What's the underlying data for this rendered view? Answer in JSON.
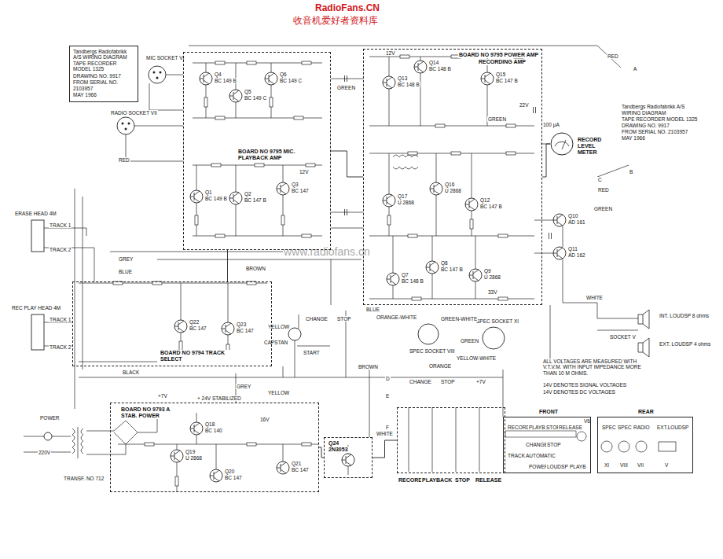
{
  "diagram": {
    "nodes": [
      {
        "text": [
          "Tandbergs Radiofabrikk A/S WIRING DIAGRAM TAPE RECORDER MODEL 1325",
          "DRAWING NO. 9917",
          "FROM SERIAL NO. 2103957",
          "MAY 1966"
        ]
      },
      {
        "text": [
          "BOARD NO 9795 MIC. PLAYBACK AMP"
        ]
      },
      {
        "text": [
          "BOARD NO 9795 POWER AMP",
          "RECORDING AMP"
        ]
      },
      {
        "text": [
          "BOARD NO 9794 TRACK SELECT"
        ]
      },
      {
        "text": [
          "BOARD NO 9793 A STAB. POWER"
        ]
      },
      {
        "text": [
          "RECORD",
          "PLAYBACK",
          "STOP",
          "RELEASE"
        ]
      },
      {
        "text": [
          "FRONT"
        ]
      },
      {
        "text": [
          "REAR"
        ]
      },
      {
        "text": [
          "Q24",
          "2N3053"
        ]
      },
      {
        "text": [
          "RECORD LEVEL METER"
        ]
      }
    ],
    "edges": [
      {
        "from": 1,
        "to": 2,
        "arrow": "none"
      },
      {
        "from": 3,
        "to": 1,
        "arrow": "none"
      },
      {
        "from": 2,
        "to": 9,
        "arrow": "none"
      },
      {
        "from": 4,
        "to": 8,
        "arrow": "none"
      },
      {
        "from": 8,
        "to": 5,
        "arrow": "none"
      }
    ],
    "labels": [
      "RadioFans.CN",
      "收音机爱好者资料库",
      "www.radiofans.cn",
      "MIC SOCKET VI",
      "RADIO SOCKET VII",
      "RED",
      "ERASE HEAD 4M",
      "TRACK 1",
      "TRACK 2",
      "REC PLAY HEAD 4M",
      "TRACK 1",
      "TRACK 2",
      "Q4",
      "BC 149 B",
      "Q5",
      "BC 149 C",
      "Q6",
      "BC 149 C",
      "Q1",
      "BC 149 B",
      "Q2",
      "BC 147 B",
      "Q3",
      "BC 147",
      "Q13",
      "BC 148 B",
      "Q14",
      "BC 148 B",
      "Q15",
      "BC 147 B",
      "Q17",
      "U 2868",
      "Q16",
      "U 2868",
      "Q12",
      "BC 147 B",
      "Q10",
      "AD 161",
      "Q11",
      "AD 162",
      "Q7",
      "BC 148 B",
      "Q8",
      "BC 147 B",
      "Q9",
      "U 2868",
      "Q22",
      "BC 147",
      "Q23",
      "BC 147",
      "Q18",
      "BC 140",
      "Q19",
      "U 2868",
      "Q20",
      "BC 147",
      "Q21",
      "BC 147",
      "CHANGE",
      "STOP",
      "CAPSTAN",
      "START",
      "SPEC SOCKET VIII",
      "SPEC SOCKET XI",
      "INT. LOUDSP 8 ohms",
      "SOCKET V",
      "EXT. LOUDSP 4 ohms",
      "POWER",
      "220V",
      "TRANSF. NO 712",
      "+ 24V STABILIZED",
      "+7V",
      "CHANGE",
      "STOP",
      "+7V",
      "D",
      "E",
      "F",
      "RED",
      "GREEN",
      "GREEN",
      "BROWN",
      "GREY",
      "BLUE",
      "BLACK",
      "YELLOW",
      "GREY",
      "YELLOW",
      "BROWN",
      "GREEN",
      "YELLOW-WHITE",
      "ORANGE-WHITE",
      "ORANGE",
      "GREEN-WHITE",
      "WHITE",
      "BLUE",
      "GREEN",
      "WHITE",
      "RED",
      "ALL VOLTAGES ARE MEASURED WITH V.T.V.M. WITH INPUT IMPEDANCE MORE THAN 10 M OHMS.",
      "14V DENOTES SIGNAL VOLTAGES",
      "14V DENOTES DC VOLTAGES",
      "Tandbergs Radiofabrikk A/S",
      "WIRING DIAGRAM",
      "TAPE RECORDER MODEL 1325",
      "DRAWING NO. 9917",
      "FROM SERIAL NO. 2103957",
      "MAY 1966",
      "12V",
      "22V",
      "33V",
      "100 µA",
      "A",
      "B",
      "C",
      "12V",
      "16V",
      "RECORD",
      "PLAYB.",
      "STOP",
      "RELEASE",
      "V6",
      "TRACK",
      "CHANGE",
      "STOP",
      "AUTOMATIC",
      "POWER",
      "LOUDSP",
      "PLAYB",
      "SPEC",
      "SPEC",
      "RADIO",
      "EXT.LOUDSP",
      "XI",
      "VIII",
      "VII",
      "V"
    ]
  }
}
